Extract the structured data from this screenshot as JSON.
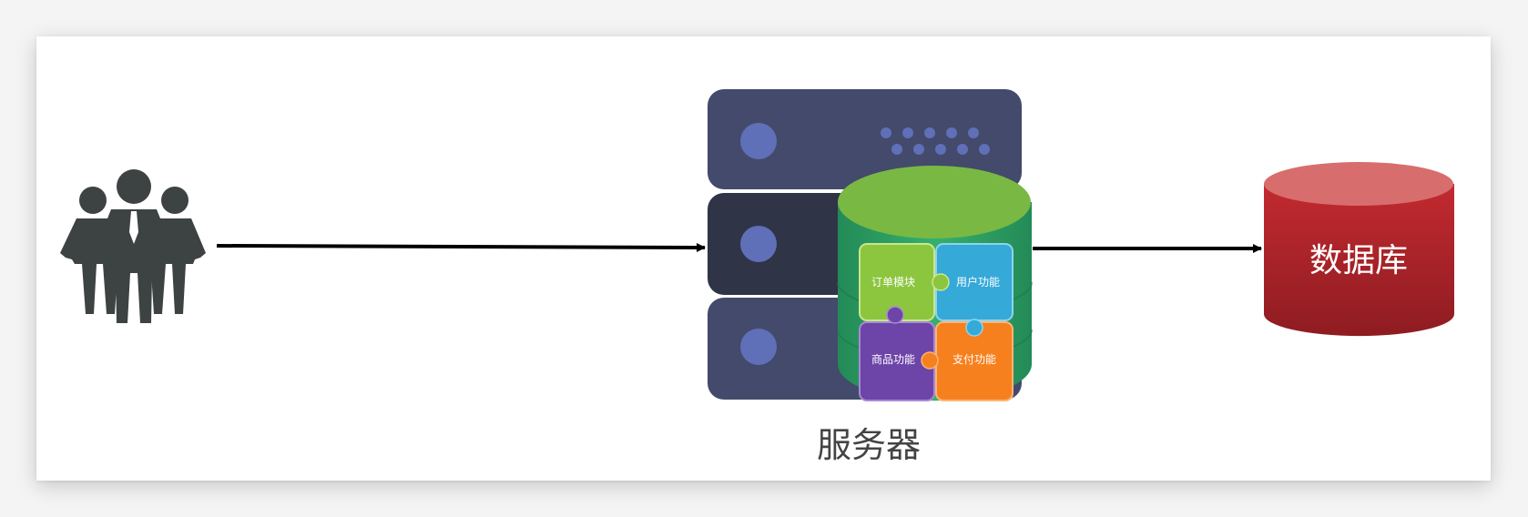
{
  "diagram": {
    "users_icon": "users-group-icon",
    "server_label": "服务器",
    "database_label": "数据库",
    "modules": {
      "order": "订单模块",
      "user": "用户功能",
      "product": "商品功能",
      "payment": "支付功能"
    },
    "colors": {
      "users": "#3d4242",
      "server_rack_top": "#434a6b",
      "server_rack_middle": "#2f3447",
      "server_light": "#5f6fb8",
      "cylinder_green": "#2e9e62",
      "cylinder_top": "#7ab844",
      "piece_order": "#8cc63f",
      "piece_user": "#35a9d8",
      "piece_product": "#6d44a8",
      "piece_payment": "#f7801e",
      "database": "#b0262c",
      "database_top": "#d86d6d",
      "arrow": "#000000"
    }
  }
}
